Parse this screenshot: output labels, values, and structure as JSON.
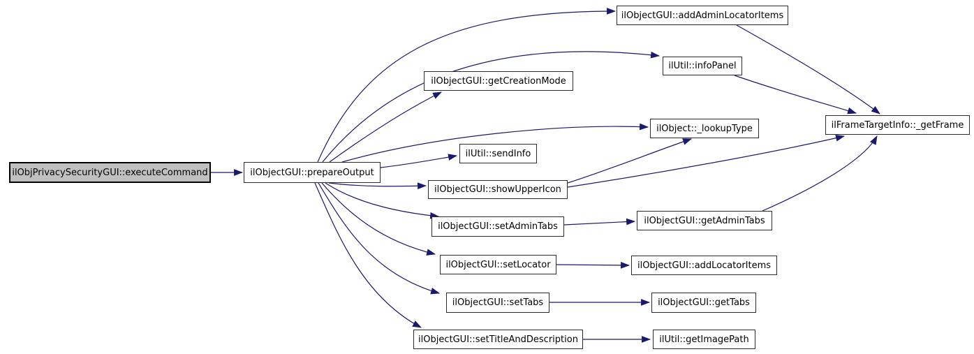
{
  "diagram": {
    "type": "call-graph",
    "colors": {
      "edge": "#191970",
      "node_fill": "#ffffff",
      "node_border": "#2b2b2b",
      "highlight_fill": "#c0c0c0"
    },
    "nodes": [
      {
        "id": "executeCommand",
        "label": "ilObjPrivacySecurityGUI::executeCommand",
        "highlighted": true
      },
      {
        "id": "prepareOutput",
        "label": "ilObjectGUI::prepareOutput",
        "highlighted": false
      },
      {
        "id": "addAdminLocatorItems",
        "label": "ilObjectGUI::addAdminLocatorItems",
        "highlighted": false
      },
      {
        "id": "infoPanel",
        "label": "ilUtil::infoPanel",
        "highlighted": false
      },
      {
        "id": "getCreationMode",
        "label": "ilObjectGUI::getCreationMode",
        "highlighted": false
      },
      {
        "id": "lookupType",
        "label": "ilObject::_lookupType",
        "highlighted": false
      },
      {
        "id": "getFrame",
        "label": "ilFrameTargetInfo::_getFrame",
        "highlighted": false
      },
      {
        "id": "sendInfo",
        "label": "ilUtil::sendInfo",
        "highlighted": false
      },
      {
        "id": "showUpperIcon",
        "label": "ilObjectGUI::showUpperIcon",
        "highlighted": false
      },
      {
        "id": "setAdminTabs",
        "label": "ilObjectGUI::setAdminTabs",
        "highlighted": false
      },
      {
        "id": "getAdminTabs",
        "label": "ilObjectGUI::getAdminTabs",
        "highlighted": false
      },
      {
        "id": "setLocator",
        "label": "ilObjectGUI::setLocator",
        "highlighted": false
      },
      {
        "id": "addLocatorItems",
        "label": "ilObjectGUI::addLocatorItems",
        "highlighted": false
      },
      {
        "id": "setTabs",
        "label": "ilObjectGUI::setTabs",
        "highlighted": false
      },
      {
        "id": "getTabs",
        "label": "ilObjectGUI::getTabs",
        "highlighted": false
      },
      {
        "id": "setTitleAndDescription",
        "label": "ilObjectGUI::setTitleAndDescription",
        "highlighted": false
      },
      {
        "id": "getImagePath",
        "label": "ilUtil::getImagePath",
        "highlighted": false
      }
    ],
    "edges": [
      {
        "from": "executeCommand",
        "to": "prepareOutput"
      },
      {
        "from": "prepareOutput",
        "to": "addAdminLocatorItems"
      },
      {
        "from": "prepareOutput",
        "to": "infoPanel"
      },
      {
        "from": "prepareOutput",
        "to": "getCreationMode"
      },
      {
        "from": "prepareOutput",
        "to": "lookupType"
      },
      {
        "from": "prepareOutput",
        "to": "sendInfo"
      },
      {
        "from": "prepareOutput",
        "to": "showUpperIcon"
      },
      {
        "from": "prepareOutput",
        "to": "setAdminTabs"
      },
      {
        "from": "prepareOutput",
        "to": "setLocator"
      },
      {
        "from": "prepareOutput",
        "to": "setTabs"
      },
      {
        "from": "prepareOutput",
        "to": "setTitleAndDescription"
      },
      {
        "from": "addAdminLocatorItems",
        "to": "getFrame"
      },
      {
        "from": "infoPanel",
        "to": "getFrame"
      },
      {
        "from": "showUpperIcon",
        "to": "lookupType"
      },
      {
        "from": "showUpperIcon",
        "to": "getFrame"
      },
      {
        "from": "setAdminTabs",
        "to": "getAdminTabs"
      },
      {
        "from": "getAdminTabs",
        "to": "getFrame"
      },
      {
        "from": "setLocator",
        "to": "addLocatorItems"
      },
      {
        "from": "setTabs",
        "to": "getTabs"
      },
      {
        "from": "setTitleAndDescription",
        "to": "getImagePath"
      }
    ]
  }
}
